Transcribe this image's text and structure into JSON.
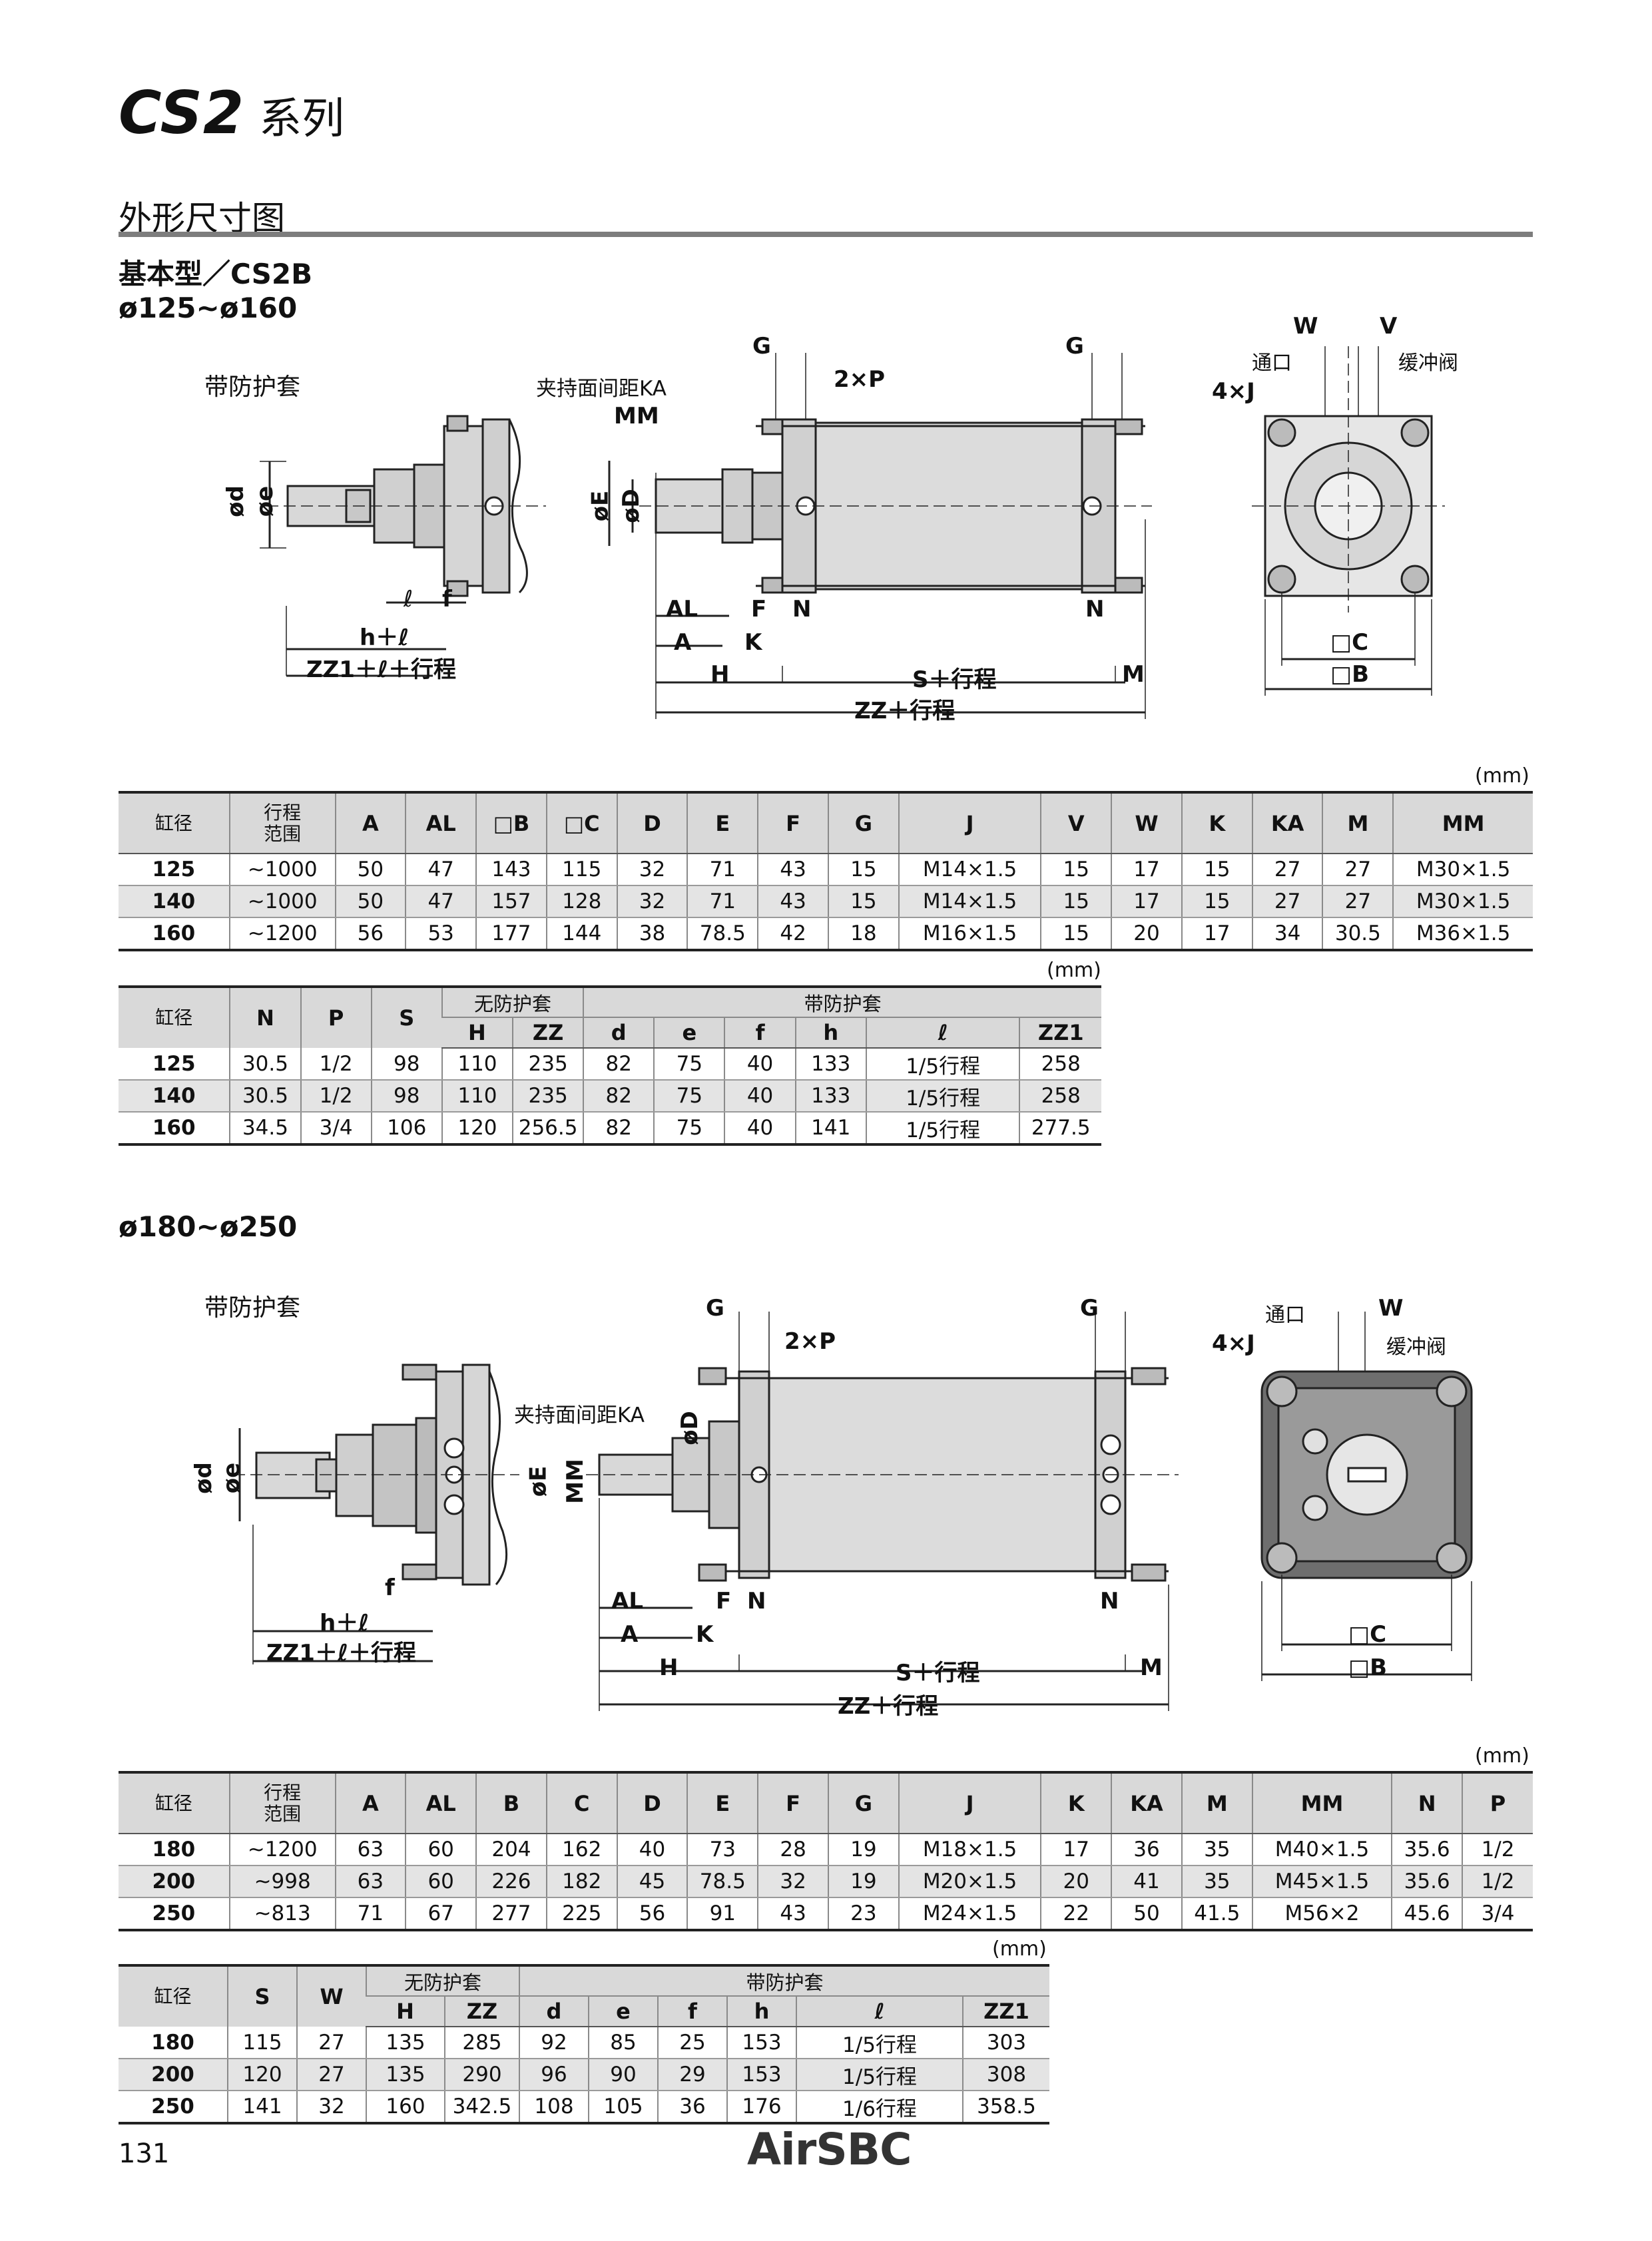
{
  "header": {
    "series_code": "CS2",
    "series_suffix": "系列"
  },
  "section": {
    "title": "外形尺寸图",
    "subtitle": "基本型／CS2B"
  },
  "group1": {
    "range": "ø125~ø160",
    "boot_label": "带防护套",
    "drawing_labels": {
      "od": "ød",
      "oe": "øe",
      "l": "ℓ",
      "f": "f",
      "h_l": "h＋ℓ",
      "zz1": "ZZ1＋ℓ＋行程",
      "ka": "夹持面间距KA",
      "mm": "MM",
      "oE": "øE",
      "oD": "øD",
      "g1": "G",
      "g2": "G",
      "p": "2×P",
      "al": "AL",
      "a": "A",
      "fF": "F",
      "k": "K",
      "n1": "N",
      "n2": "N",
      "h": "H",
      "s": "S＋行程",
      "m": "M",
      "zz": "ZZ＋行程",
      "w": "W",
      "v": "V",
      "port": "通口",
      "cushion": "缓冲阀",
      "j": "4×J",
      "c": "□C",
      "b": "□B"
    },
    "table1": {
      "unit": "(mm)",
      "headers": [
        "缸径",
        "行程范围",
        "A",
        "AL",
        "□B",
        "□C",
        "D",
        "E",
        "F",
        "G",
        "J",
        "V",
        "W",
        "K",
        "KA",
        "M",
        "MM"
      ],
      "rows": [
        [
          "125",
          "~1000",
          "50",
          "47",
          "143",
          "115",
          "32",
          "71",
          "43",
          "15",
          "M14×1.5",
          "15",
          "17",
          "15",
          "27",
          "27",
          "M30×1.5"
        ],
        [
          "140",
          "~1000",
          "50",
          "47",
          "157",
          "128",
          "32",
          "71",
          "43",
          "15",
          "M14×1.5",
          "15",
          "17",
          "15",
          "27",
          "27",
          "M30×1.5"
        ],
        [
          "160",
          "~1200",
          "56",
          "53",
          "177",
          "144",
          "38",
          "78.5",
          "42",
          "18",
          "M16×1.5",
          "15",
          "20",
          "17",
          "34",
          "30.5",
          "M36×1.5"
        ]
      ]
    },
    "table2": {
      "unit": "(mm)",
      "group_no_boot": "无防护套",
      "group_boot": "带防护套",
      "headers": [
        "缸径",
        "N",
        "P",
        "S",
        "H",
        "ZZ",
        "d",
        "e",
        "f",
        "h",
        "ℓ",
        "ZZ1"
      ],
      "rows": [
        [
          "125",
          "30.5",
          "1/2",
          "98",
          "110",
          "235",
          "82",
          "75",
          "40",
          "133",
          "1/5行程",
          "258"
        ],
        [
          "140",
          "30.5",
          "1/2",
          "98",
          "110",
          "235",
          "82",
          "75",
          "40",
          "133",
          "1/5行程",
          "258"
        ],
        [
          "160",
          "34.5",
          "3/4",
          "106",
          "120",
          "256.5",
          "82",
          "75",
          "40",
          "141",
          "1/5行程",
          "277.5"
        ]
      ]
    }
  },
  "group2": {
    "range": "ø180~ø250",
    "boot_label": "带防护套",
    "drawing_labels": {
      "od": "ød",
      "oe": "øe",
      "f": "f",
      "h_l": "h＋ℓ",
      "zz1": "ZZ1＋ℓ＋行程",
      "ka": "夹持面间距KA",
      "oD": "øD",
      "oE": "øE",
      "mm": "MM",
      "g1": "G",
      "g2": "G",
      "p": "2×P",
      "al": "AL",
      "a": "A",
      "fF": "F",
      "k": "K",
      "n1": "N",
      "n2": "N",
      "h": "H",
      "s": "S＋行程",
      "m": "M",
      "zz": "ZZ＋行程",
      "port": "通口",
      "w": "W",
      "cushion": "缓冲阀",
      "j": "4×J",
      "c": "□C",
      "b": "□B"
    },
    "table1": {
      "unit": "(mm)",
      "headers": [
        "缸径",
        "行程范围",
        "A",
        "AL",
        "B",
        "C",
        "D",
        "E",
        "F",
        "G",
        "J",
        "K",
        "KA",
        "M",
        "MM",
        "N",
        "P"
      ],
      "rows": [
        [
          "180",
          "~1200",
          "63",
          "60",
          "204",
          "162",
          "40",
          "73",
          "28",
          "19",
          "M18×1.5",
          "17",
          "36",
          "35",
          "M40×1.5",
          "35.6",
          "1/2"
        ],
        [
          "200",
          "~998",
          "63",
          "60",
          "226",
          "182",
          "45",
          "78.5",
          "32",
          "19",
          "M20×1.5",
          "20",
          "41",
          "35",
          "M45×1.5",
          "35.6",
          "1/2"
        ],
        [
          "250",
          "~813",
          "71",
          "67",
          "277",
          "225",
          "56",
          "91",
          "43",
          "23",
          "M24×1.5",
          "22",
          "50",
          "41.5",
          "M56×2",
          "45.6",
          "3/4"
        ]
      ]
    },
    "table2": {
      "unit": "(mm)",
      "group_no_boot": "无防护套",
      "group_boot": "带防护套",
      "headers": [
        "缸径",
        "S",
        "W",
        "H",
        "ZZ",
        "d",
        "e",
        "f",
        "h",
        "ℓ",
        "ZZ1"
      ],
      "rows": [
        [
          "180",
          "115",
          "27",
          "135",
          "285",
          "92",
          "85",
          "25",
          "153",
          "1/5行程",
          "303"
        ],
        [
          "200",
          "120",
          "27",
          "135",
          "290",
          "96",
          "90",
          "29",
          "153",
          "1/5行程",
          "308"
        ],
        [
          "250",
          "141",
          "32",
          "160",
          "342.5",
          "108",
          "105",
          "36",
          "176",
          "1/6行程",
          "358.5"
        ]
      ]
    }
  },
  "footer": {
    "page_number": "131",
    "brand": "AirSBC"
  }
}
